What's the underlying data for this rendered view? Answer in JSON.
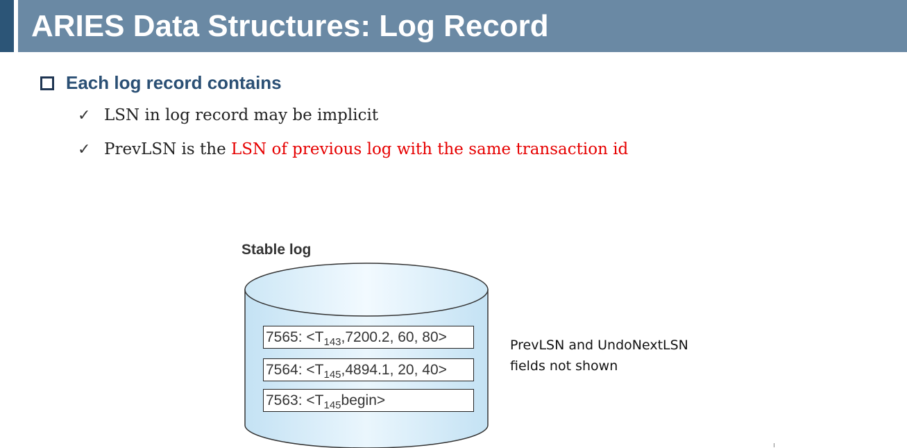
{
  "title": "ARIES Data Structures: Log Record",
  "main_bullet": "Each log record contains",
  "sub_bullets": [
    {
      "text": "LSN in log record may be implicit",
      "highlight": ""
    },
    {
      "text": "PrevLSN is the ",
      "highlight": "LSN of previous log with the same transaction id"
    }
  ],
  "diagram": {
    "label": "Stable log",
    "records": [
      {
        "lsn": "7565: <T",
        "sub": "143",
        "rest": ",7200.2, 60, 80>"
      },
      {
        "lsn": "7564: <T",
        "sub": "145",
        "rest": ",4894.1, 20, 40>"
      },
      {
        "lsn": "7563: <T",
        "sub": "145",
        "rest": "begin>"
      }
    ],
    "note_line1": "PrevLSN and UndoNextLSN",
    "note_line2": "fields not shown"
  },
  "colors": {
    "title_bg": "#6a89a4",
    "accent": "#2c5577",
    "heading_text": "#2a4f74",
    "highlight_red": "#e60000",
    "cylinder_fill": "#d6ecf8"
  }
}
